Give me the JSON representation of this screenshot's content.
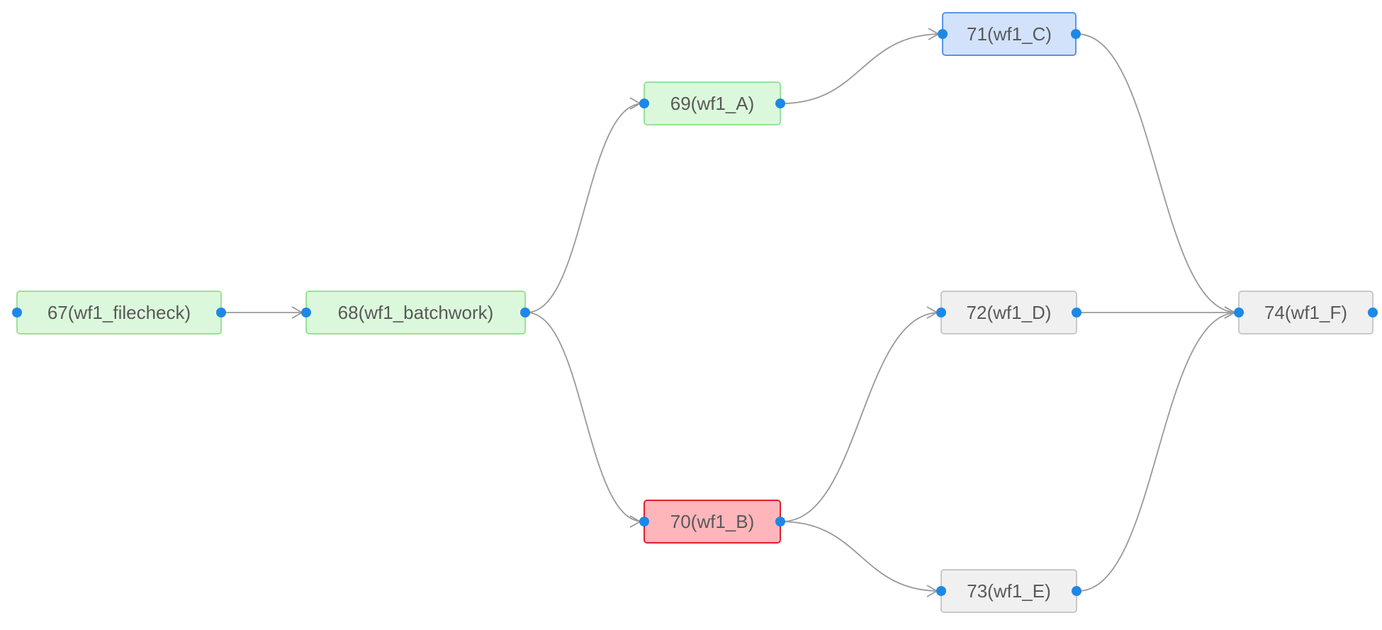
{
  "workflow": {
    "status_colors": {
      "success": {
        "fill": "#dcf8dc",
        "border": "#95e495"
      },
      "running": {
        "fill": "#d2e2fb",
        "border": "#5a94e6"
      },
      "failed": {
        "fill": "#ffb6bb",
        "border": "#e11f2b"
      },
      "pending": {
        "fill": "#f0f0f0",
        "border": "#c9c9c9"
      }
    },
    "edge_color": "#999999",
    "port_color": "#1e88e5",
    "nodes": [
      {
        "id": "67",
        "label": "67(wf1_filecheck)",
        "status": "success"
      },
      {
        "id": "68",
        "label": "68(wf1_batchwork)",
        "status": "success"
      },
      {
        "id": "69",
        "label": "69(wf1_A)",
        "status": "success"
      },
      {
        "id": "70",
        "label": "70(wf1_B)",
        "status": "failed"
      },
      {
        "id": "71",
        "label": "71(wf1_C)",
        "status": "running"
      },
      {
        "id": "72",
        "label": "72(wf1_D)",
        "status": "pending"
      },
      {
        "id": "73",
        "label": "73(wf1_E)",
        "status": "pending"
      },
      {
        "id": "74",
        "label": "74(wf1_F)",
        "status": "pending"
      }
    ],
    "edges": [
      {
        "from": "67",
        "to": "68"
      },
      {
        "from": "68",
        "to": "69"
      },
      {
        "from": "68",
        "to": "70"
      },
      {
        "from": "69",
        "to": "71"
      },
      {
        "from": "70",
        "to": "72"
      },
      {
        "from": "70",
        "to": "73"
      },
      {
        "from": "71",
        "to": "74"
      },
      {
        "from": "72",
        "to": "74"
      },
      {
        "from": "73",
        "to": "74"
      }
    ]
  }
}
